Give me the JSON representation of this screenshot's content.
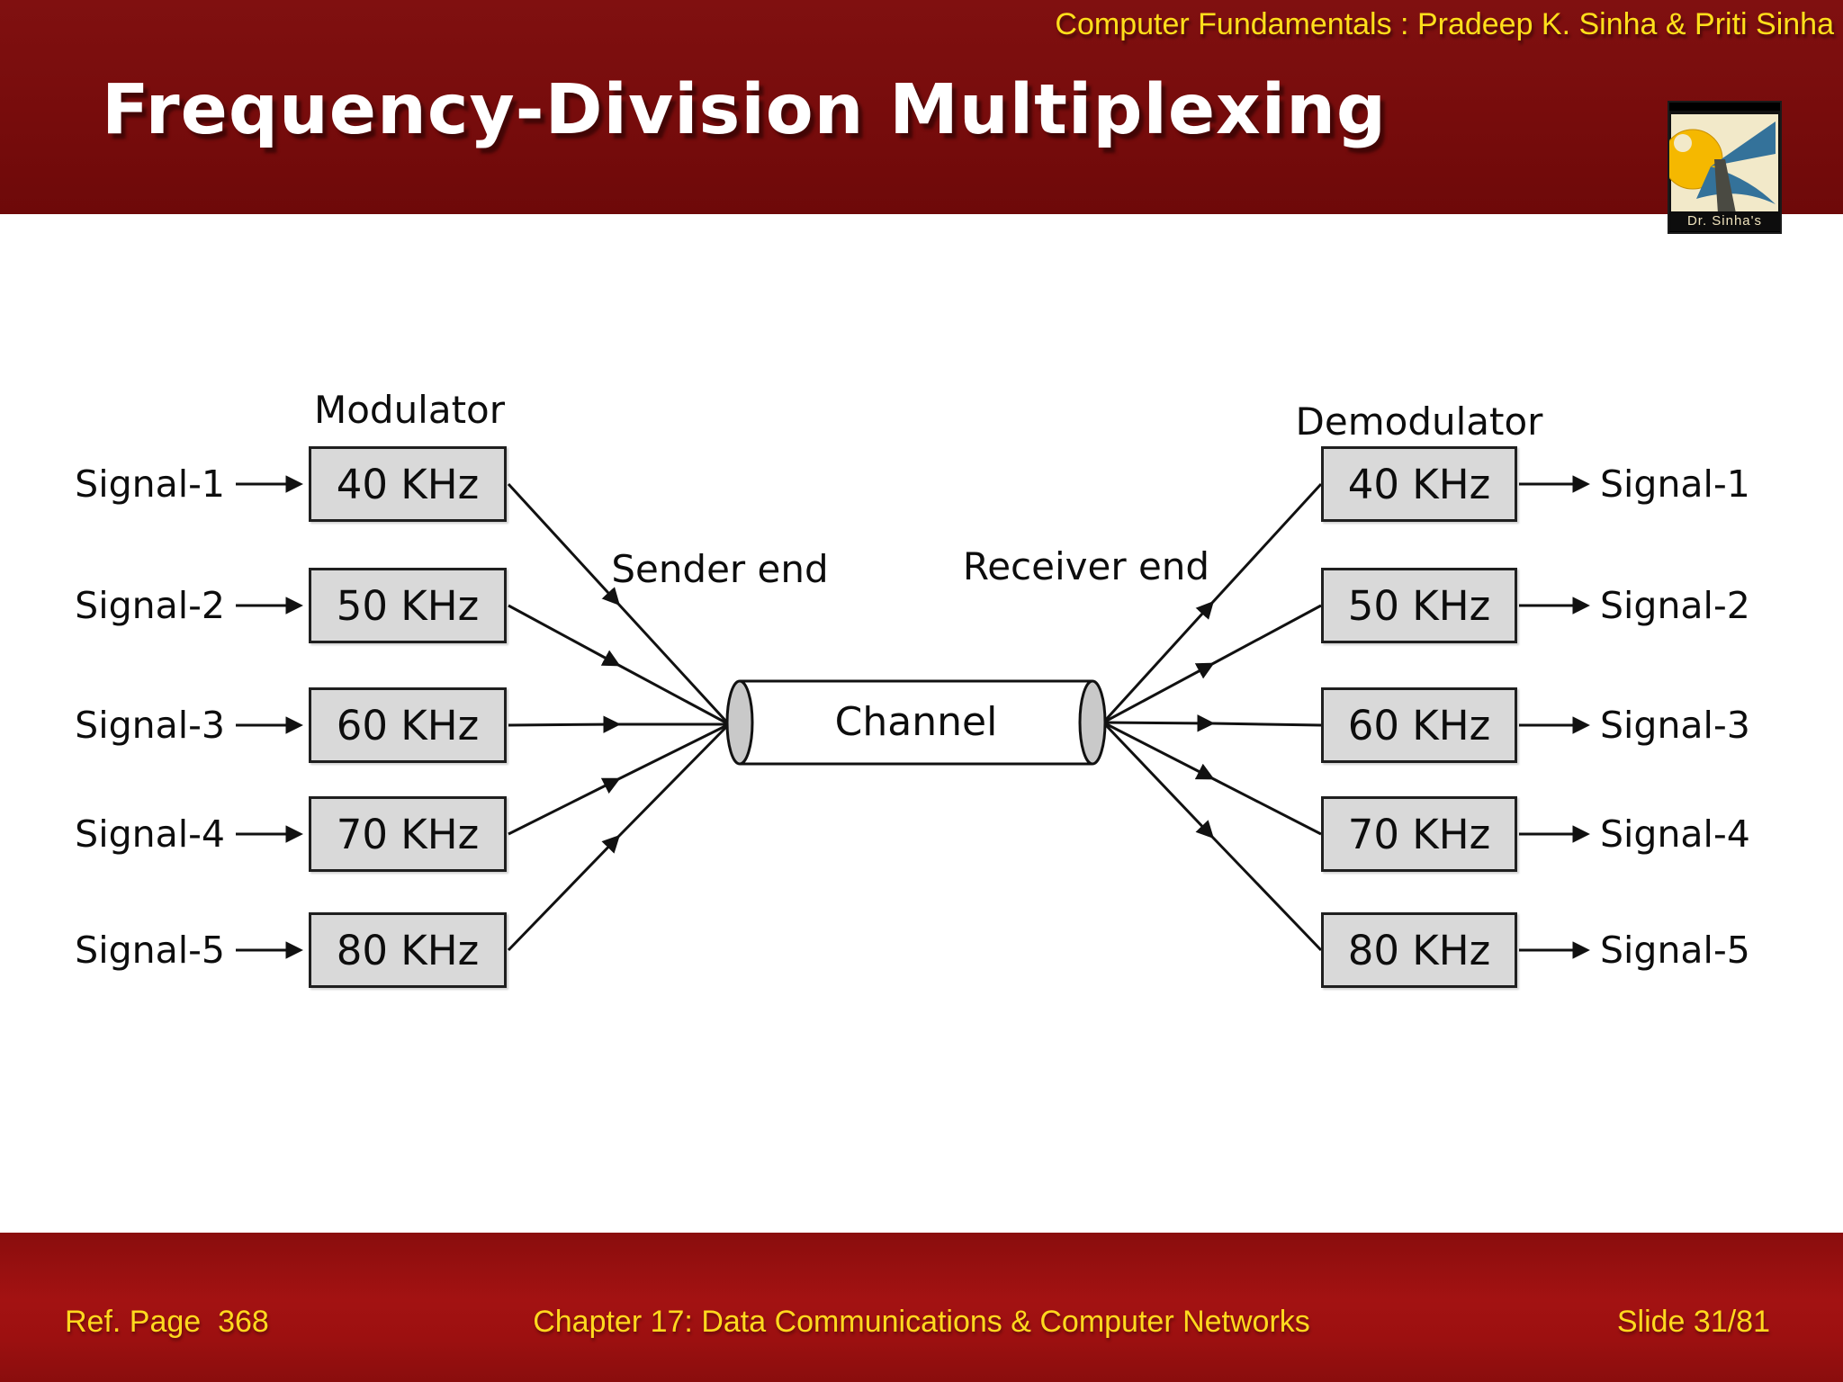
{
  "header": {
    "course_line": "Computer Fundamentals : Pradeep K. Sinha & Priti Sinha",
    "title": "Frequency-Division Multiplexing",
    "logo_text": "Dr. Sinha's"
  },
  "diagram": {
    "modulator_label": "Modulator",
    "demodulator_label": "Demodulator",
    "sender_label": "Sender end",
    "receiver_label": "Receiver end",
    "channel_label": "Channel",
    "rows": [
      {
        "signal": "Signal-1",
        "freq": "40 KHz"
      },
      {
        "signal": "Signal-2",
        "freq": "50 KHz"
      },
      {
        "signal": "Signal-3",
        "freq": "60 KHz"
      },
      {
        "signal": "Signal-4",
        "freq": "70 KHz"
      },
      {
        "signal": "Signal-5",
        "freq": "80 KHz"
      }
    ]
  },
  "footer": {
    "ref": "Ref. Page  368",
    "chapter": "Chapter 17: Data Communications & Computer Networks",
    "slide": "Slide 31/81"
  },
  "colors": {
    "header_maroon": "#770c0c",
    "footer_red": "#a31212",
    "accent_yellow": "#ffd91e",
    "box_gray": "#d9d9d9",
    "ellipse_gray": "#c9c9c9",
    "line_black": "#111111",
    "logo_cream": "#f2e9c9",
    "logo_yellow": "#f5b800",
    "logo_blue": "#34729a"
  }
}
